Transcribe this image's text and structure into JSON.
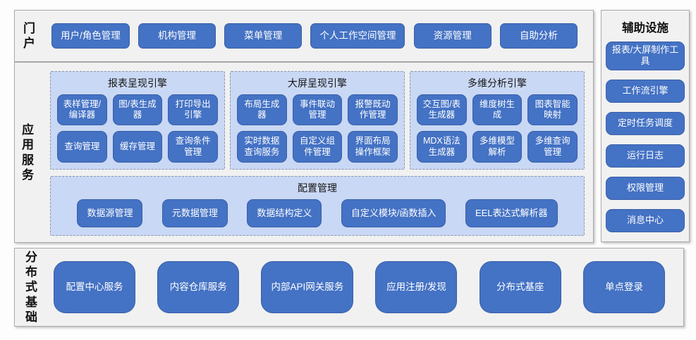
{
  "portal": {
    "label": "门户",
    "items": [
      "用户/角色管理",
      "机构管理",
      "菜单管理",
      "个人工作空间管理",
      "资源管理",
      "自助分析"
    ]
  },
  "app_services": {
    "label": "应用服务",
    "groups": [
      {
        "title": "报表呈现引擎",
        "items": [
          "表样管理/编译器",
          "图/表生成器",
          "打印导出引擎",
          "查询管理",
          "缓存管理",
          "查询条件管理"
        ]
      },
      {
        "title": "大屏呈现引擎",
        "items": [
          "布局生成器",
          "事件联动管理",
          "报警既动作管理",
          "实时数据查询服务",
          "自定义组件管理",
          "界面布局操作框架"
        ]
      },
      {
        "title": "多维分析引擎",
        "items": [
          "交互图/表生成器",
          "维度树生成",
          "图表智能映射",
          "MDX语法生成器",
          "多维模型解析",
          "多维查询管理"
        ]
      }
    ],
    "config": {
      "title": "配置管理",
      "items": [
        "数据源管理",
        "元数据管理",
        "数据结构定义",
        "自定义模块/函数插入",
        "EEL表达式解析器"
      ]
    }
  },
  "distributed_base": {
    "label": "分布式基础",
    "items": [
      "配置中心服务",
      "内容仓库服务",
      "内部API网关服务",
      "应用注册/发现",
      "分布式基座",
      "单点登录"
    ]
  },
  "auxiliary": {
    "label": "辅助设施",
    "items": [
      "报表/大屏制作工具",
      "工作流引擎",
      "定时任务调度",
      "运行日志",
      "权限管理",
      "消息中心"
    ]
  },
  "colors": {
    "node_blue": "#4472C4",
    "node_border": "#3A5FA8",
    "group_bg": "#C9D8F4",
    "group_dash_border": "#8E99A9",
    "panel_bg": "#F1F1F1",
    "panel_border": "#A9A9A9",
    "text_on_node": "#FFFFFF"
  }
}
